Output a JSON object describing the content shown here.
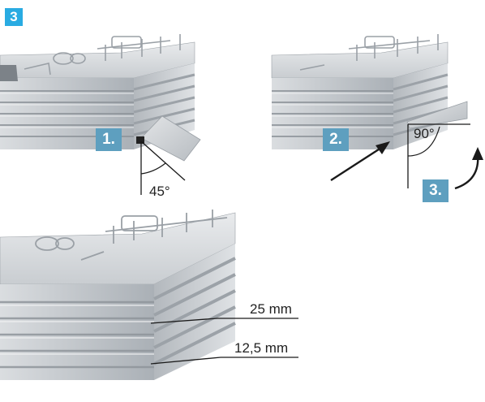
{
  "colors": {
    "badge_accent": "#29abe2",
    "sub_badge": "#5e9fbf",
    "profile_light": "#d7dadd",
    "profile_mid": "#b9bec3",
    "profile_dark": "#8f959b",
    "line": "#1a1a1a"
  },
  "step_badge": "3",
  "sub_steps": {
    "one": "1.",
    "two": "2.",
    "three": "3."
  },
  "angles": {
    "first": "45°",
    "second": "90°"
  },
  "dimensions": {
    "upper": "25 mm",
    "lower": "12,5 mm"
  }
}
